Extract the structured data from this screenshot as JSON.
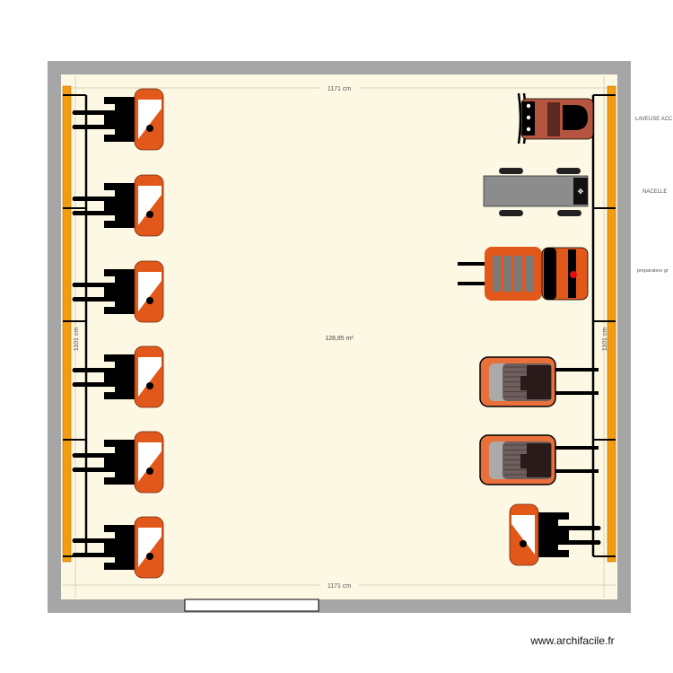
{
  "plan": {
    "area_label": "128,85 m²",
    "dimension_top": "1171 cm",
    "dimension_bottom": "1171 cm",
    "dimension_left": "1101 cm",
    "dimension_right": "1101 cm"
  },
  "labels": {
    "laveuse": "LAVEUSE ACC",
    "nacelle": "NACELLE",
    "preparateur": "preparateur gr"
  },
  "watermark": "www.archifacile.fr",
  "colors": {
    "wall": "#a6a6a6",
    "floor": "#fdf8e4",
    "rack": "#f39c12",
    "vehicle_orange": "#e2581b",
    "laveuse": "#b5553f",
    "nacelle": "#8c8c8c"
  }
}
